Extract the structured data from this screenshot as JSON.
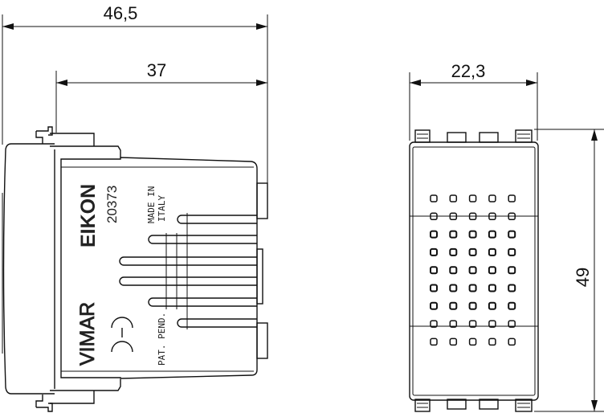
{
  "dimensions": {
    "overall_depth": "46,5",
    "body_depth": "37",
    "width": "22,3",
    "height": "49"
  },
  "markings": {
    "brand_series": "EIKON",
    "code": "20373",
    "origin_line1": "MADE IN",
    "origin_line2": "ITALY",
    "manufacturer": "VIMAR",
    "certification": "CE",
    "patent": "PAT. PEND."
  },
  "grid": {
    "rows": 9,
    "cols": 5
  }
}
